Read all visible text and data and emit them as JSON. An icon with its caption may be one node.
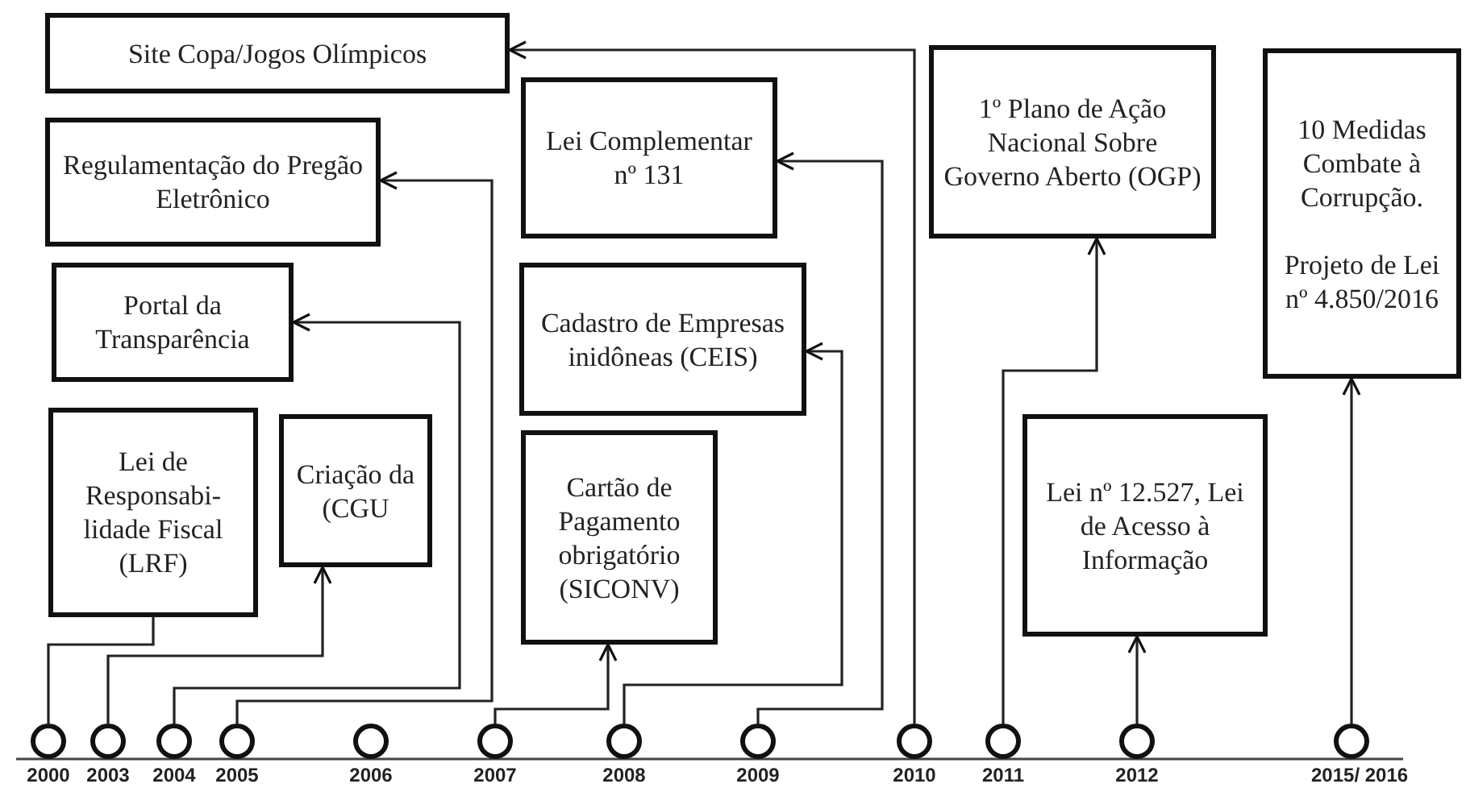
{
  "diagram": {
    "nodes": [
      {
        "text": [
          "Site Copa/Jogos Olímpicos"
        ]
      },
      {
        "text": [
          "Regulamentação do Pregão Eletrônico"
        ]
      },
      {
        "text": [
          "Lei Complementar nº 131"
        ]
      },
      {
        "text": [
          "1º Plano de Ação Nacional Sobre Governo Aberto (OGP)"
        ]
      },
      {
        "text": [
          "10 Medidas Combate à Corrupção.",
          "Projeto de Lei nº 4.850/2016"
        ]
      },
      {
        "text": [
          "Portal da Transparência"
        ]
      },
      {
        "text": [
          "Cadastro de Empresas inidôneas (CEIS)"
        ]
      },
      {
        "text": [
          "Lei de Responsabi-lidade Fiscal (LRF)"
        ]
      },
      {
        "text": [
          "Criação da (CGU"
        ]
      },
      {
        "text": [
          "Cartão de Pagamento obrigatório (SICONV)"
        ]
      },
      {
        "text": [
          "Lei nº 12.527, Lei de Acesso à Informação"
        ]
      },
      {
        "text": [],
        "shape": "circle",
        "beside": [
          "2000"
        ]
      },
      {
        "text": [],
        "shape": "circle",
        "beside": [
          "2003"
        ]
      },
      {
        "text": [],
        "shape": "circle",
        "beside": [
          "2004"
        ]
      },
      {
        "text": [],
        "shape": "circle",
        "beside": [
          "2005"
        ]
      },
      {
        "text": [],
        "shape": "circle",
        "beside": [
          "2006"
        ]
      },
      {
        "text": [],
        "shape": "circle",
        "beside": [
          "2007"
        ]
      },
      {
        "text": [],
        "shape": "circle",
        "beside": [
          "2008"
        ]
      },
      {
        "text": [],
        "shape": "circle",
        "beside": [
          "2009"
        ]
      },
      {
        "text": [],
        "shape": "circle",
        "beside": [
          "2010"
        ]
      },
      {
        "text": [],
        "shape": "circle",
        "beside": [
          "2011"
        ]
      },
      {
        "text": [],
        "shape": "circle",
        "beside": [
          "2012"
        ]
      },
      {
        "text": [],
        "shape": "circle",
        "beside": [
          "2015/ 2016"
        ]
      }
    ],
    "edges": [
      {
        "from": 11,
        "to": 7,
        "arrow": "none"
      },
      {
        "from": 12,
        "to": 8,
        "arrow": "to"
      },
      {
        "from": 13,
        "to": 5,
        "arrow": "to"
      },
      {
        "from": 14,
        "to": 1,
        "arrow": "to"
      },
      {
        "from": 16,
        "to": 9,
        "arrow": "to"
      },
      {
        "from": 17,
        "to": 6,
        "arrow": "to"
      },
      {
        "from": 18,
        "to": 2,
        "arrow": "to"
      },
      {
        "from": 19,
        "to": 0,
        "arrow": "to"
      },
      {
        "from": 20,
        "to": 3,
        "arrow": "to"
      },
      {
        "from": 21,
        "to": 10,
        "arrow": "to"
      },
      {
        "from": 22,
        "to": 4,
        "arrow": "to"
      }
    ]
  }
}
